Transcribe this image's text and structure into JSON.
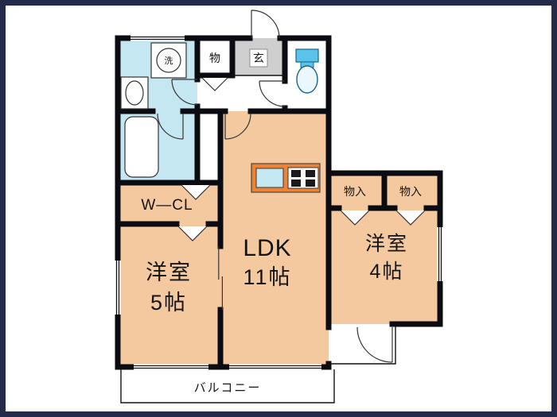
{
  "colors": {
    "frame": "#232A4A",
    "wall": "#0B0B12",
    "room_peach": "#F5C9A0",
    "water_blue": "#C4E7F1",
    "entry_gray": "#CFCFCF",
    "kitchen_orange": "#EE8433",
    "toilet_blue": "#5BC2EA",
    "white": "#FFFFFF"
  },
  "rooms": {
    "living": {
      "label": "LDK",
      "size": "11帖"
    },
    "bedroom_left": {
      "label": "洋室",
      "size": "5帖"
    },
    "bedroom_right": {
      "label": "洋室",
      "size": "4帖"
    },
    "walk_in_closet": {
      "label": "W—CL"
    },
    "hall_closet": {
      "label": "物"
    },
    "storage_right_1": {
      "label": "物入"
    },
    "storage_right_2": {
      "label": "物入"
    },
    "entrance": {
      "label": "玄"
    },
    "laundry_machine": {
      "label": "洗"
    },
    "balcony": {
      "label": "バルコニー"
    }
  }
}
